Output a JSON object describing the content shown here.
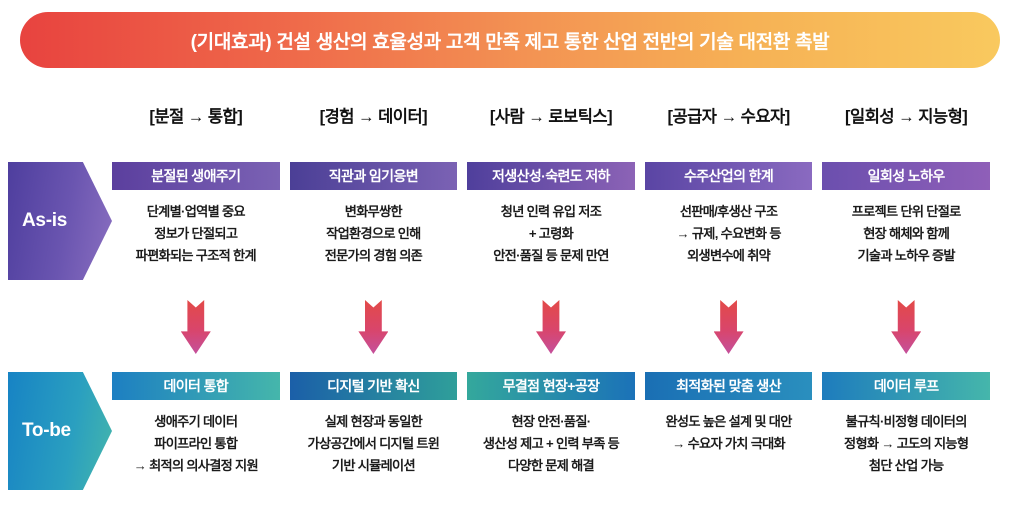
{
  "banner": {
    "title": "(기대효과) 건설 생산의 효율성과 고객 만족 제고 통한 산업 전반의 기술 대전환 촉발",
    "gradient_start": "#e8433f",
    "gradient_end": "#f9c95e"
  },
  "rows": {
    "asis_label": "As-is",
    "tobe_label": "To-be",
    "asis_color": "#6a55b0",
    "tobe_color": "#2a9fc0",
    "arrow_color": "#d9456b"
  },
  "columns": [
    {
      "header": "[분절 → 통합]",
      "asis": {
        "title": "분절된 생애주기",
        "lines": [
          "단계별·업역별 중요",
          "정보가 단절되고",
          "파편화되는 구조적 한계"
        ]
      },
      "tobe": {
        "title": "데이터 통합",
        "lines": [
          "생애주기 데이터",
          "파이프라인 통합",
          "→ 최적의 의사결정 지원"
        ]
      }
    },
    {
      "header": "[경험 → 데이터]",
      "asis": {
        "title": "직관과 임기응변",
        "lines": [
          "변화무쌍한",
          "작업환경으로 인해",
          "전문가의 경험 의존"
        ]
      },
      "tobe": {
        "title": "디지털 기반 확신",
        "lines": [
          "실제 현장과 동일한",
          "가상공간에서 디지털 트윈",
          "기반 시뮬레이션"
        ]
      }
    },
    {
      "header": "[사람 → 로보틱스]",
      "asis": {
        "title": "저생산성·숙련도 저하",
        "lines": [
          "청년 인력 유입 저조",
          "+ 고령화",
          "안전·품질 등 문제 만연"
        ]
      },
      "tobe": {
        "title": "무결점 현장+공장",
        "lines": [
          "현장 안전·품질·",
          "생산성 제고 + 인력 부족 등",
          "다양한 문제 해결"
        ]
      }
    },
    {
      "header": "[공급자 → 수요자]",
      "asis": {
        "title": "수주산업의 한계",
        "lines": [
          "선판매/후생산 구조",
          "→ 규제, 수요변화 등",
          "외생변수에 취약"
        ]
      },
      "tobe": {
        "title": "최적화된 맞춤 생산",
        "lines": [
          "완성도 높은 설계 및 대안",
          "→ 수요자 가치 극대화",
          ""
        ]
      }
    },
    {
      "header": "[일회성 → 지능형]",
      "asis": {
        "title": "일회성 노하우",
        "lines": [
          "프로젝트 단위 단절로",
          "현장 해체와 함께",
          "기술과 노하우 증발"
        ]
      },
      "tobe": {
        "title": "데이터 루프",
        "lines": [
          "불규칙·비정형 데이터의",
          "정형화 → 고도의 지능형",
          "첨단 산업 가능"
        ]
      }
    }
  ]
}
